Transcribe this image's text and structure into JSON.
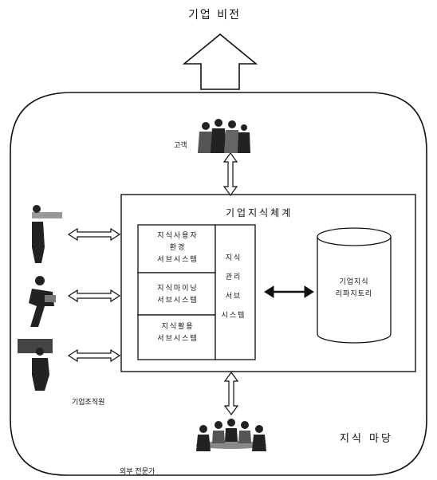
{
  "vision": {
    "label": "기업 비전"
  },
  "customer": {
    "label": "고객"
  },
  "staff": {
    "label": "기업조직원"
  },
  "experts": {
    "label": "외부 전문가"
  },
  "knowledge_yard": {
    "label": "지식 마당"
  },
  "system": {
    "title": "기업지식체계",
    "subsystems": [
      {
        "lines": [
          "지식사용자",
          "환경",
          "서브시스템"
        ]
      },
      {
        "lines": [
          "지식마이닝",
          "서브시스템"
        ]
      },
      {
        "lines": [
          "지식활용",
          "서브시스템"
        ]
      }
    ],
    "management": {
      "lines": [
        "지식",
        "관리",
        "서브",
        "시스템"
      ]
    },
    "repository": {
      "lines": [
        "기업지식",
        "리파지토리"
      ]
    }
  }
}
